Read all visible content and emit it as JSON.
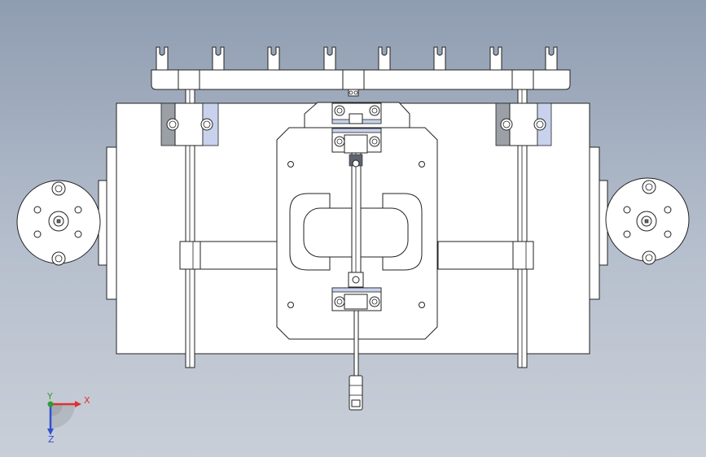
{
  "view": {
    "background_top": "#8f9db1",
    "background_bottom": "#c9cfd8",
    "edge_color": "#222222",
    "face_color": "#ffffff"
  },
  "triad": {
    "x_label": "X",
    "y_label": "Y",
    "z_label": "Z",
    "x_color": "#e03030",
    "y_color": "#2f9e2f",
    "z_color": "#3050d0"
  }
}
